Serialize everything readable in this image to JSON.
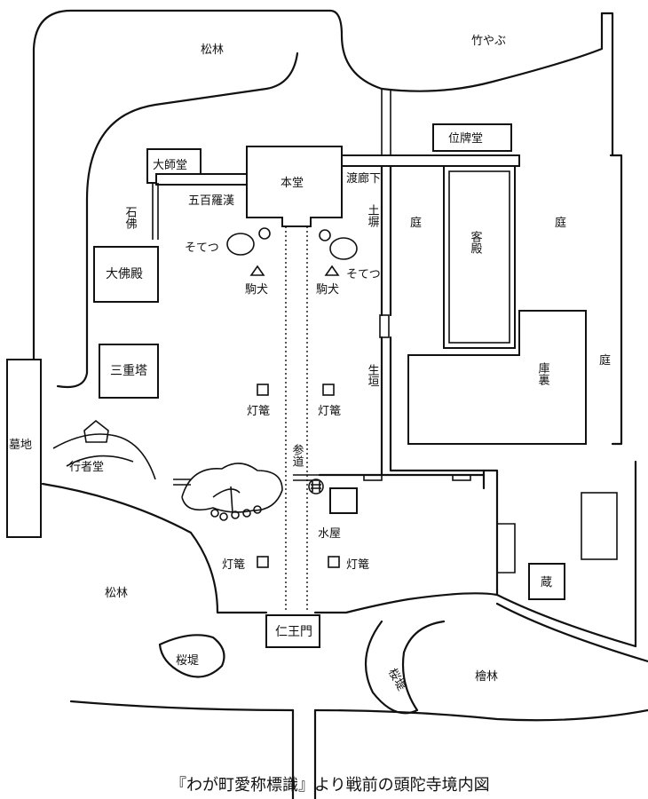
{
  "caption": "『わが町愛称標識』より戦前の頭陀寺境内図",
  "labels": {
    "matsubayashi_top": "松林",
    "takeyabu": "竹やぶ",
    "ihaido": "位牌堂",
    "daishido": "大師堂",
    "hondo": "本堂",
    "watarirouka": "渡廊下",
    "gohyakurakan": "五百羅漢",
    "sekibutsu": "石佛",
    "dobei": "土塀",
    "niwa_left": "庭",
    "kyakuden": "客殿",
    "niwa_right": "庭",
    "sotetsu_left": "そてつ",
    "sotetsu_right": "そてつ",
    "komainu_left": "駒犬",
    "komainu_right": "駒犬",
    "daibutsuden": "大佛殿",
    "niwa_far": "庭",
    "sanjuto": "三重塔",
    "ikegaki": "生垣",
    "kuri": "庫裏",
    "toro_1": "灯篭",
    "toro_2": "灯篭",
    "bochi": "墓地",
    "gyojado": "行者堂",
    "sando": "参道",
    "mizuya": "水屋",
    "toro_3": "灯篭",
    "toro_4": "灯篭",
    "kura": "蔵",
    "matsubayashi_bottom": "松林",
    "niomon": "仁王門",
    "sakurazutsumi_left": "桜堤",
    "sakurazutsumi_right": "桜堤",
    "hinokibayashi": "檜林"
  }
}
